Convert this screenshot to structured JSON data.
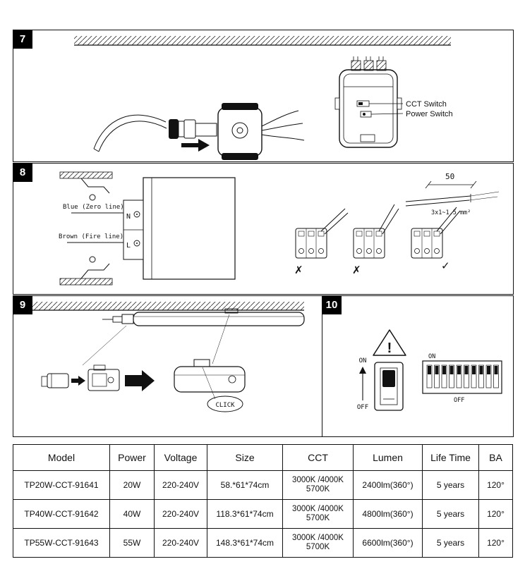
{
  "panels": {
    "p7": {
      "number": "7",
      "labels": {
        "cct": "CCT Switch",
        "power": "Power Switch"
      }
    },
    "p8": {
      "number": "8",
      "labels": {
        "blue": "Blue (Zero line)",
        "brown": "Brown (Fire line)",
        "n": "N",
        "l": "L",
        "dim": "50",
        "cable": "3x1~1.5 mm²",
        "mark1": "✗",
        "mark2": "✗",
        "mark3": "✓"
      }
    },
    "p9": {
      "number": "9",
      "labels": {
        "click": "CLICK"
      }
    },
    "p10": {
      "number": "10",
      "labels": {
        "warning": "!",
        "on": "ON",
        "off": "OFF",
        "dip_on": "ON",
        "dip_off": "OFF"
      }
    }
  },
  "colors": {
    "line": "#111111",
    "badge_bg": "#000000",
    "badge_text": "#ffffff"
  },
  "table": {
    "headers": [
      "Model",
      "Power",
      "Voltage",
      "Size",
      "CCT",
      "Lumen",
      "Life Time",
      "BA"
    ],
    "rows": [
      [
        "TP20W-CCT-91641",
        "20W",
        "220-240V",
        "58.*61*74cm",
        "3000K /4000K\n5700K",
        "2400lm(360°)",
        "5 years",
        "120°"
      ],
      [
        "TP40W-CCT-91642",
        "40W",
        "220-240V",
        "118.3*61*74cm",
        "3000K /4000K\n5700K",
        "4800lm(360°)",
        "5 years",
        "120°"
      ],
      [
        "TP55W-CCT-91643",
        "55W",
        "220-240V",
        "148.3*61*74cm",
        "3000K /4000K\n5700K",
        "6600lm(360°)",
        "5 years",
        "120°"
      ]
    ]
  }
}
